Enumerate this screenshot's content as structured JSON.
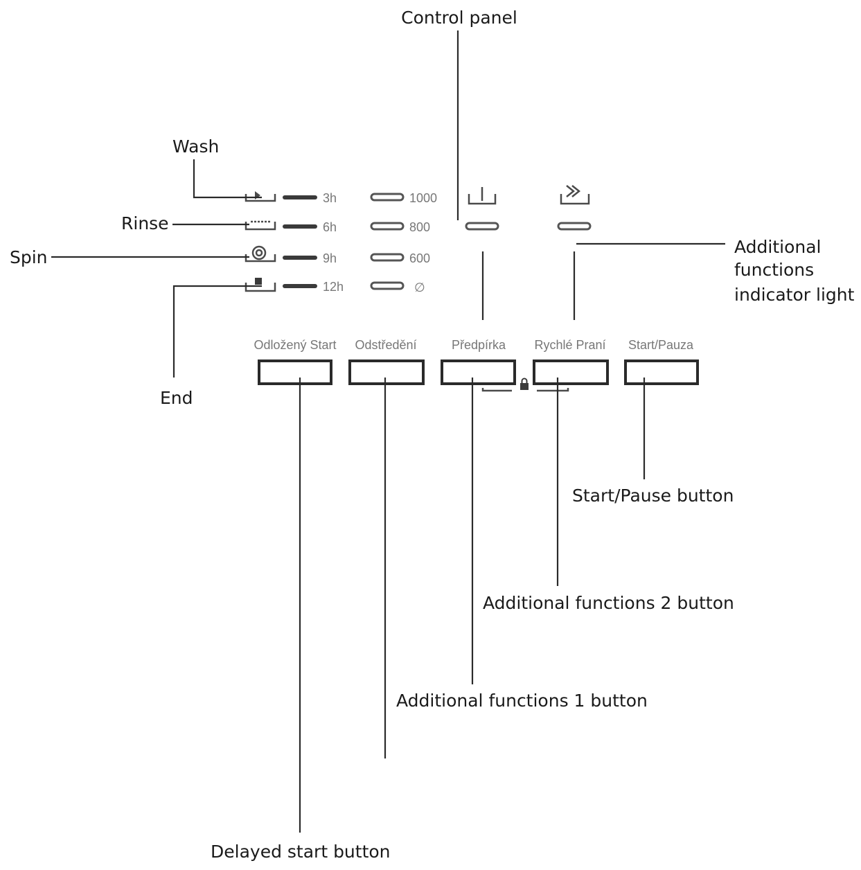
{
  "title": "Control panel",
  "callouts": {
    "wash": "Wash",
    "rinse": "Rinse",
    "spin": "Spin",
    "end": "End",
    "indicator_line1": "Additional",
    "indicator_line2": "functions",
    "indicator_line3": "indicator light",
    "start_pause": "Start/Pause button",
    "additional_2": "Additional functions 2 button",
    "additional_1": "Additional functions 1 button",
    "delayed_start": "Delayed start button"
  },
  "panel": {
    "delay_hours": [
      "3h",
      "6h",
      "9h",
      "12h"
    ],
    "spin_speeds": [
      "1000",
      "800",
      "600",
      "∅"
    ],
    "buttons": [
      "Odložený Start",
      "Odstředění",
      "Předpírka",
      "Rychlé Praní",
      "Start/Pauza"
    ],
    "icons": [
      "wash-icon",
      "rinse-icon",
      "spin-icon",
      "end-icon",
      "prewash-icon",
      "quick-wash-icon",
      "lock-icon"
    ]
  }
}
